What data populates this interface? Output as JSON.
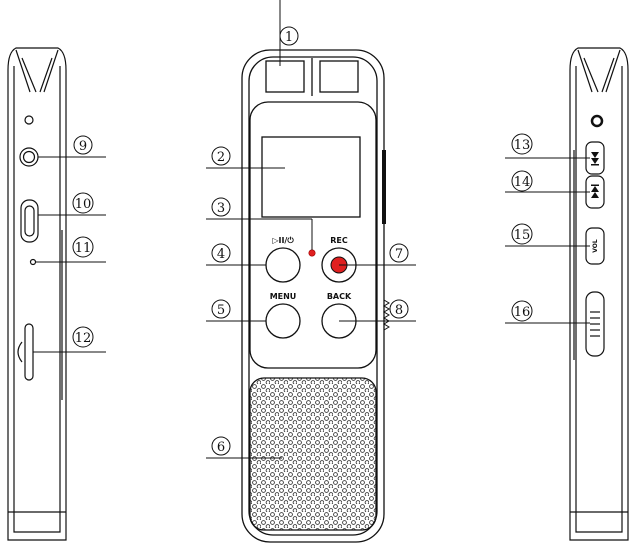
{
  "callouts": [
    "1",
    "2",
    "3",
    "4",
    "5",
    "6",
    "7",
    "8",
    "9",
    "10",
    "11",
    "12",
    "13",
    "14",
    "15",
    "16"
  ],
  "buttons": {
    "play": "▷II/⏻",
    "rec": "REC",
    "menu": "MENU",
    "back": "BACK",
    "vol": "VOL"
  },
  "colors": {
    "line": "#111111",
    "led": "#e02020",
    "rec_button": "#e02020",
    "body": "#ffffff"
  }
}
